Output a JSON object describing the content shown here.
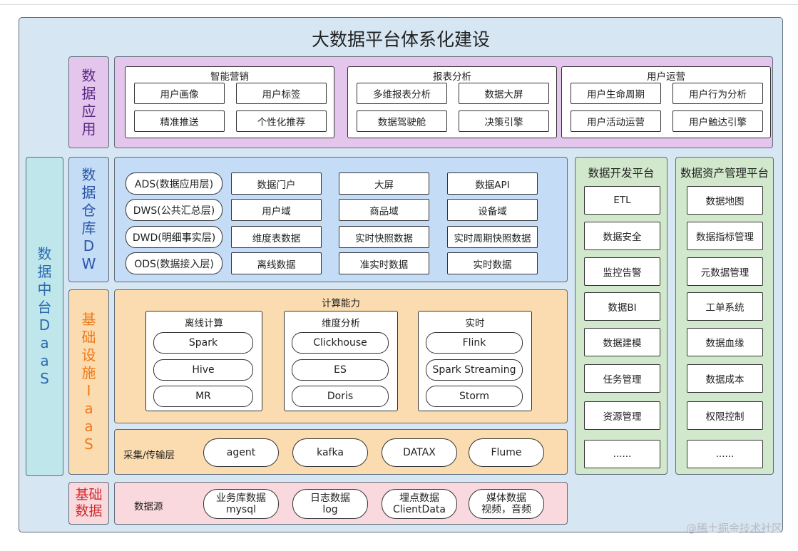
{
  "title": "大数据平台体系化建设",
  "sidebar_label": [
    "数",
    "据",
    "中",
    "台",
    "D",
    "a",
    "a",
    "S"
  ],
  "app_layer": {
    "label": [
      "数",
      "据",
      "应",
      "用"
    ],
    "groups": [
      {
        "title": "智能营销",
        "items": [
          "用户画像",
          "用户标签",
          "精准推送",
          "个性化推荐"
        ]
      },
      {
        "title": "报表分析",
        "items": [
          "多维报表分析",
          "数据大屏",
          "数据驾驶舱",
          "决策引擎"
        ]
      },
      {
        "title": "用户运营",
        "items": [
          "用户生命周期",
          "用户行为分析",
          "用户活动运营",
          "用户触达引擎"
        ]
      }
    ]
  },
  "dw_layer": {
    "label": [
      "数",
      "据",
      "仓",
      "库",
      "D",
      "W"
    ],
    "rows": [
      {
        "layer": "ADS(数据应用层)",
        "items": [
          "数据门户",
          "大屏",
          "数据API"
        ]
      },
      {
        "layer": "DWS(公共汇总层)",
        "items": [
          "用户域",
          "商品域",
          "设备域"
        ]
      },
      {
        "layer": "DWD(明细事实层)",
        "items": [
          "维度表数据",
          "实时快照数据",
          "实时周期快照数据"
        ]
      },
      {
        "layer": "ODS(数据接入层)",
        "items": [
          "离线数据",
          "准实时数据",
          "实时数据"
        ]
      }
    ]
  },
  "iaas_layer": {
    "label": [
      "基",
      "础",
      "设",
      "施",
      "I",
      "a",
      "a",
      "S"
    ],
    "compute_title": "计算能力",
    "compute_groups": [
      {
        "title": "离线计算",
        "items": [
          "Spark",
          "Hive",
          "MR"
        ]
      },
      {
        "title": "维度分析",
        "items": [
          "Clickhouse",
          "ES",
          "Doris"
        ]
      },
      {
        "title": "实时",
        "items": [
          "Flink",
          "Spark Streaming",
          "Storm"
        ]
      }
    ],
    "collect_label": "采集/传输层",
    "collect_items": [
      "agent",
      "kafka",
      "DATAX",
      "Flume"
    ]
  },
  "base_layer": {
    "label": [
      "基础",
      "数据"
    ],
    "source_label": "数据源",
    "sources": [
      {
        "line1": "业务库数据",
        "line2": "mysql"
      },
      {
        "line1": "日志数据",
        "line2": "log"
      },
      {
        "line1": "埋点数据",
        "line2": "ClientData"
      },
      {
        "line1": "媒体数据",
        "line2": "视频，音频"
      }
    ]
  },
  "dev_platform": {
    "title": "数据开发平台",
    "items": [
      "ETL",
      "数据安全",
      "监控告警",
      "数据BI",
      "数据建模",
      "任务管理",
      "资源管理",
      "......"
    ]
  },
  "asset_platform": {
    "title": "数据资产管理平台",
    "items": [
      "数据地图",
      "数据指标管理",
      "元数据管理",
      "工单系统",
      "数据血缘",
      "数据成本",
      "权限控制",
      "......"
    ]
  },
  "watermark": "@稀土掘金技术社区",
  "colors": {
    "canvas": "#d6e6f3",
    "app": "#e4c6ec",
    "app_label": "#5a2a84",
    "dw": "#c4dcf5",
    "dw_label": "#2a56a8",
    "iaas": "#fbdcb0",
    "iaas_label": "#ef7a1a",
    "base": "#f9d8de",
    "base_label": "#d42a2a",
    "dev": "#d2e8cc",
    "sidebar": "#bfe6ea",
    "sidebar_label": "#2a6ab0"
  }
}
